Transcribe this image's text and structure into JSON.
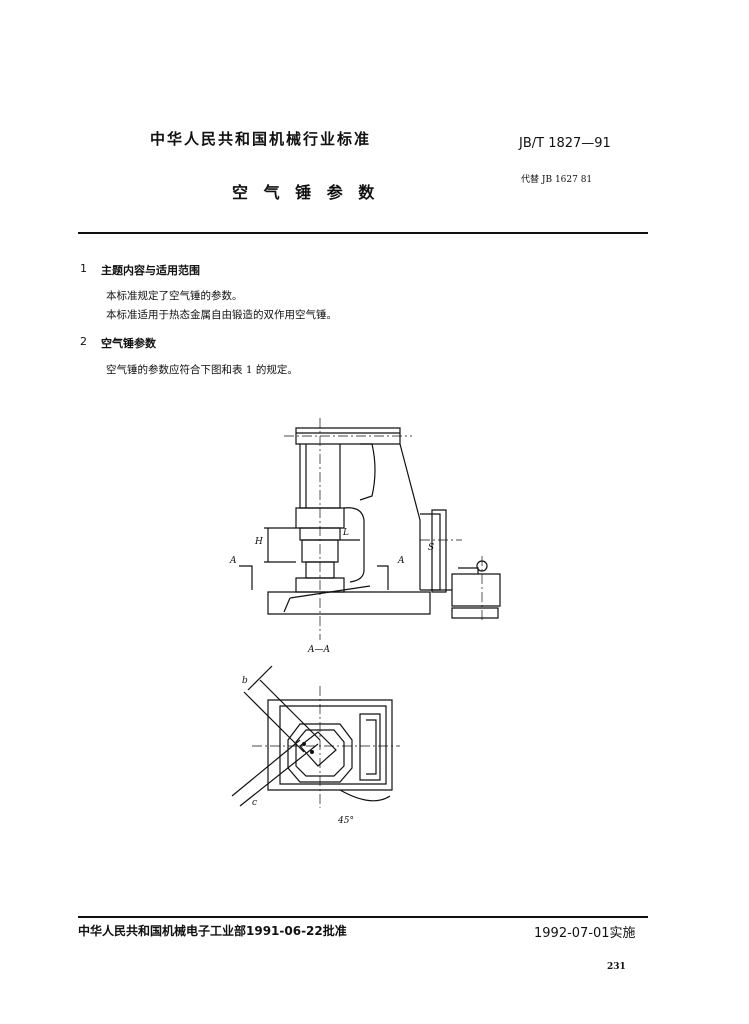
{
  "header": {
    "title": "中华人民共和国机械行业标准",
    "code": "JB/T 1827—91",
    "doc_title": "空 气 锤   参 数",
    "replaces": "代替 JB 1627  81"
  },
  "sections": [
    {
      "number": "1",
      "title": "主题内容与适用范围",
      "paragraphs": [
        "本标准规定了空气锤的参数。",
        "本标准适用于热态金属自由锻造的双作用空气锤。"
      ]
    },
    {
      "number": "2",
      "title": "空气锤参数",
      "paragraphs": [
        "空气锤的参数应符合下图和表 1 的规定。"
      ]
    }
  ],
  "figure": {
    "labels": {
      "H": "H",
      "L": "L",
      "S": "S",
      "A_left": "A",
      "A_right": "A",
      "b": "b",
      "c": "c",
      "angle": "45°"
    },
    "section_caption": "A—A"
  },
  "footer": {
    "approval": "中华人民共和国机械电子工业部1991-06-22批准",
    "implementation": "1992-07-01实施",
    "page_number": "231"
  }
}
